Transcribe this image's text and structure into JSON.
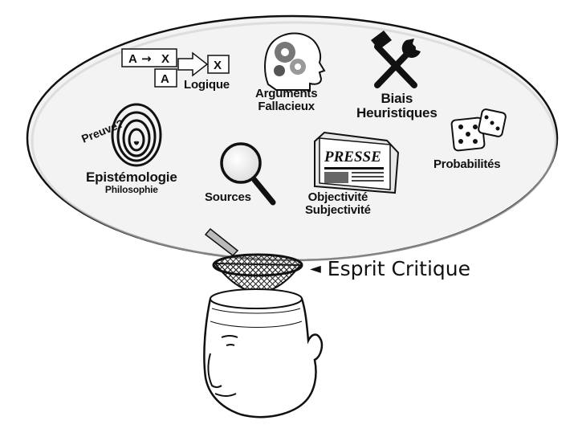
{
  "labels": {
    "logique": "Logique",
    "logic_a1": "A",
    "logic_arrow": "→",
    "logic_x1": "X",
    "logic_a2": "A",
    "logic_x2": "X",
    "arguments_line1": "Arguments",
    "arguments_line2": "Fallacieux",
    "biais_line1": "Biais",
    "biais_line2": "Heuristiques",
    "preuve": "Preuve?",
    "epistemologie": "Epistémologie",
    "philosophie": "Philosophie",
    "sources": "Sources",
    "presse": "PRESSE",
    "objectivite": "Objectivité",
    "subjectivite": "Subjectivité",
    "probabilites": "Probabilités"
  },
  "caption": {
    "pointer": "◄",
    "text": "Esprit Critique"
  },
  "icons": [
    "logic-diagram-icon",
    "brain-gears-head-icon",
    "hammer-wrench-icon",
    "fingerprint-icon",
    "magnifier-icon",
    "newspaper-icon",
    "dice-icon",
    "sieve-icon",
    "head-icon"
  ]
}
